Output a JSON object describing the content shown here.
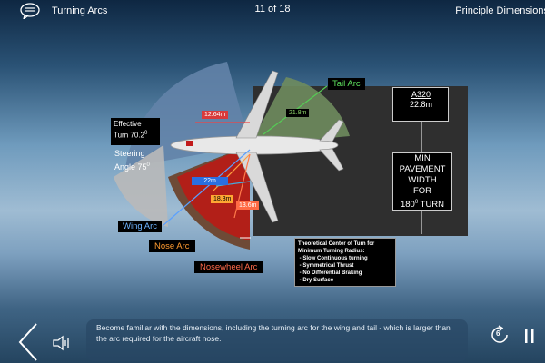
{
  "header": {
    "module_title": "Turning Arcs",
    "page_counter": "11 of 18",
    "section_title": "Principle Dimensions"
  },
  "diagram": {
    "aircraft_label": "A320",
    "aircraft_value": "22.8m",
    "pavement_line1": "MIN",
    "pavement_line2": "PAVEMENT",
    "pavement_line3": "WIDTH",
    "pavement_line4": "FOR",
    "pavement_line5": "180",
    "pavement_line5_sup": "0",
    "pavement_line5_suffix": " TURN",
    "effective_turn_line1": "Effective",
    "effective_turn_line2": "Turn 70.2",
    "effective_turn_sup": "0",
    "steering_line1": "Steering",
    "steering_line2": "Angle 75",
    "steering_sup": "0",
    "tail_arc": "Tail Arc",
    "wing_arc": "Wing Arc",
    "nose_arc": "Nose Arc",
    "nosewheel_arc": "Nosewheel Arc",
    "dim_1264": "12.64m",
    "dim_218": "21.8m",
    "dim_22": "22m",
    "dim_183": "18.3m",
    "dim_136": "13.6m",
    "center_title": "Theoretical Center of Turn for Minimum Turning Radius:",
    "center_items": [
      "Slow Continuous turning",
      "Symmetrical Thrust",
      "No Differential Braking",
      "Dry Surface"
    ]
  },
  "footer": {
    "caption": "Become familiar with the dimensions, including the turning arc for the wing and tail - which is larger than the arc required for the aircraft nose.",
    "replay_count": "6"
  },
  "colors": {
    "wing_arc": "#5b7fa6",
    "tail_arc": "#6b8a5e",
    "nose_arc": "#b8271f",
    "nosewheel_arc": "#7a5a45",
    "pavement": "#2d2d2d",
    "label_green": "#1a1a1a"
  }
}
